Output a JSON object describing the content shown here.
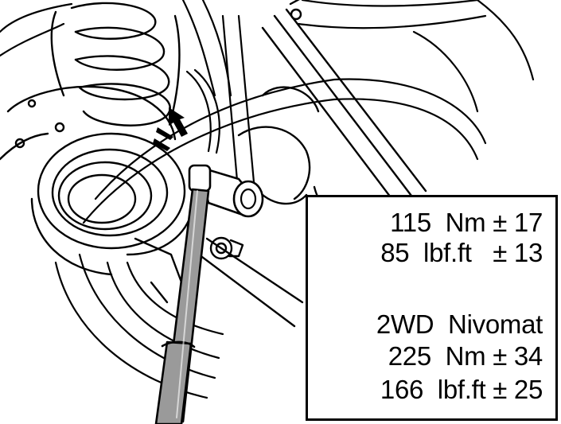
{
  "torque_specs": {
    "standard": {
      "metric": "115  Nm ± 17",
      "imperial": "85  lbf.ft   ± 13"
    },
    "variant": {
      "label": "2WD  Nivomat",
      "metric": "225  Nm ± 34",
      "imperial": "166  lbf.ft ± 25"
    }
  },
  "colors": {
    "line": "#000000",
    "paper": "#ffffff",
    "tool_fill": "#9a9a9a"
  },
  "icons": [
    "direction-arrow-icon",
    "torque-wrench-icon",
    "bolt-icon"
  ]
}
